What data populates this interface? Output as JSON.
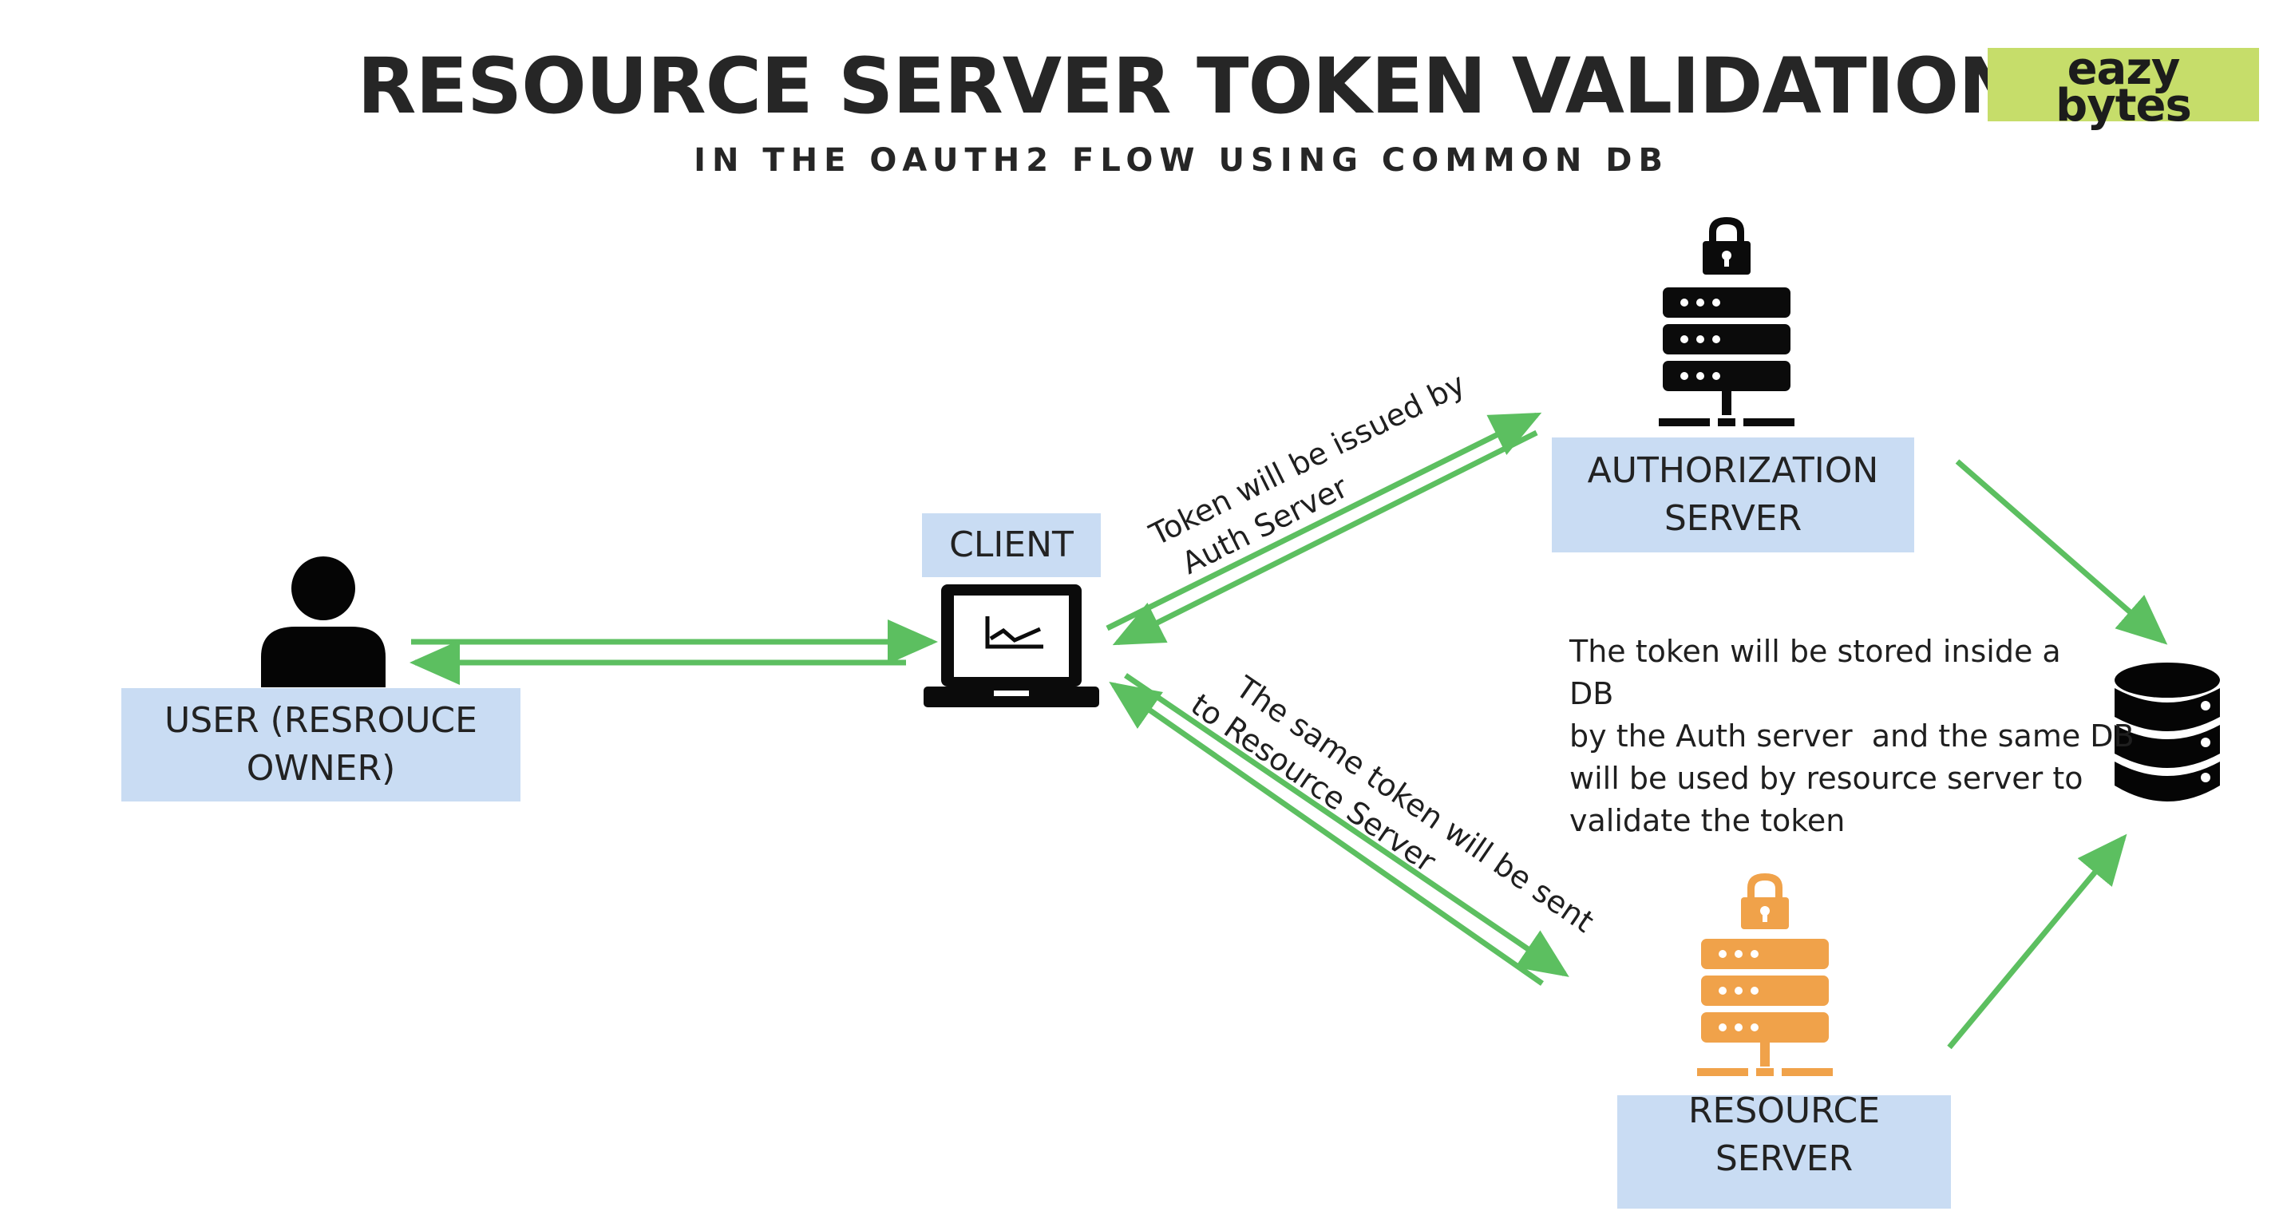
{
  "header": {
    "title": "RESOURCE SERVER TOKEN VALIDATION",
    "subtitle": "IN THE OAUTH2 FLOW USING COMMON DB"
  },
  "logo": {
    "line1": "eazy",
    "line2": "bytes"
  },
  "nodes": {
    "user": {
      "line1": "USER (RESROUCE",
      "line2": "OWNER)",
      "icon": "user-icon"
    },
    "client": {
      "label": "CLIENT",
      "icon": "laptop-chart-icon"
    },
    "auth_server": {
      "line1": "AUTHORIZATION",
      "line2": "SERVER",
      "icon": "locked-server-icon"
    },
    "resource_server": {
      "label": "RESOURCE SERVER",
      "icon": "locked-server-icon"
    },
    "database": {
      "icon": "database-icon"
    }
  },
  "edge_labels": {
    "token_issued": {
      "line1": "Token will be issued by",
      "line2": "Auth Server"
    },
    "token_sent": {
      "line1": "The same token will be sent",
      "line2": "to Resource Server"
    }
  },
  "note": {
    "line1": "The token will be stored inside a DB",
    "line2": "by the Auth server  and the same DB",
    "line3": "will be used by resource server to",
    "line4": "validate the token"
  },
  "colors": {
    "arrow": "#5cbf60",
    "box_fill": "#c9dcf3",
    "auth_server_icon": "#0b0b0b",
    "resource_server_icon": "#f0a24a",
    "logo_bg": "#c6dd6a"
  }
}
